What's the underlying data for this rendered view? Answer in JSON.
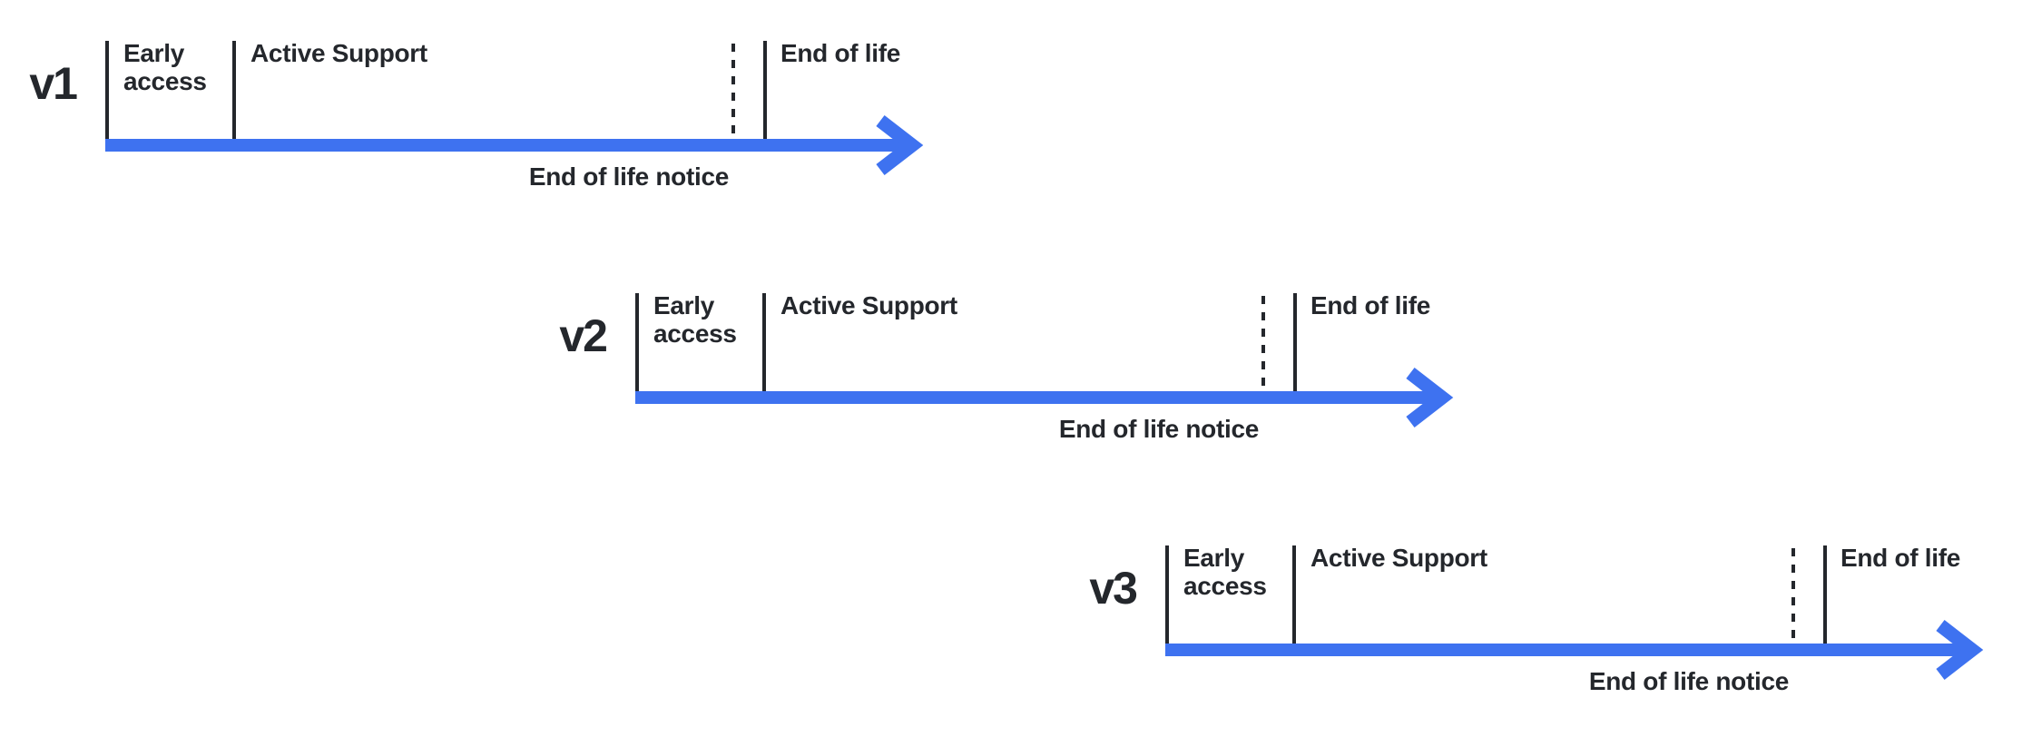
{
  "diagram": {
    "description": "Staggered version release lifecycle timelines"
  },
  "colors": {
    "arrow-blue": "#3E72F0",
    "ink": "#24272C"
  },
  "timelines": [
    {
      "version": "v1",
      "phase_early": "Early access",
      "phase_active": "Active Support",
      "phase_eol": "End of life",
      "notice": "End of life notice"
    },
    {
      "version": "v2",
      "phase_early": "Early access",
      "phase_active": "Active Support",
      "phase_eol": "End of life",
      "notice": "End of life notice"
    },
    {
      "version": "v3",
      "phase_early": "Early access",
      "phase_active": "Active Support",
      "phase_eol": "End of life",
      "notice": "End of life notice"
    }
  ]
}
